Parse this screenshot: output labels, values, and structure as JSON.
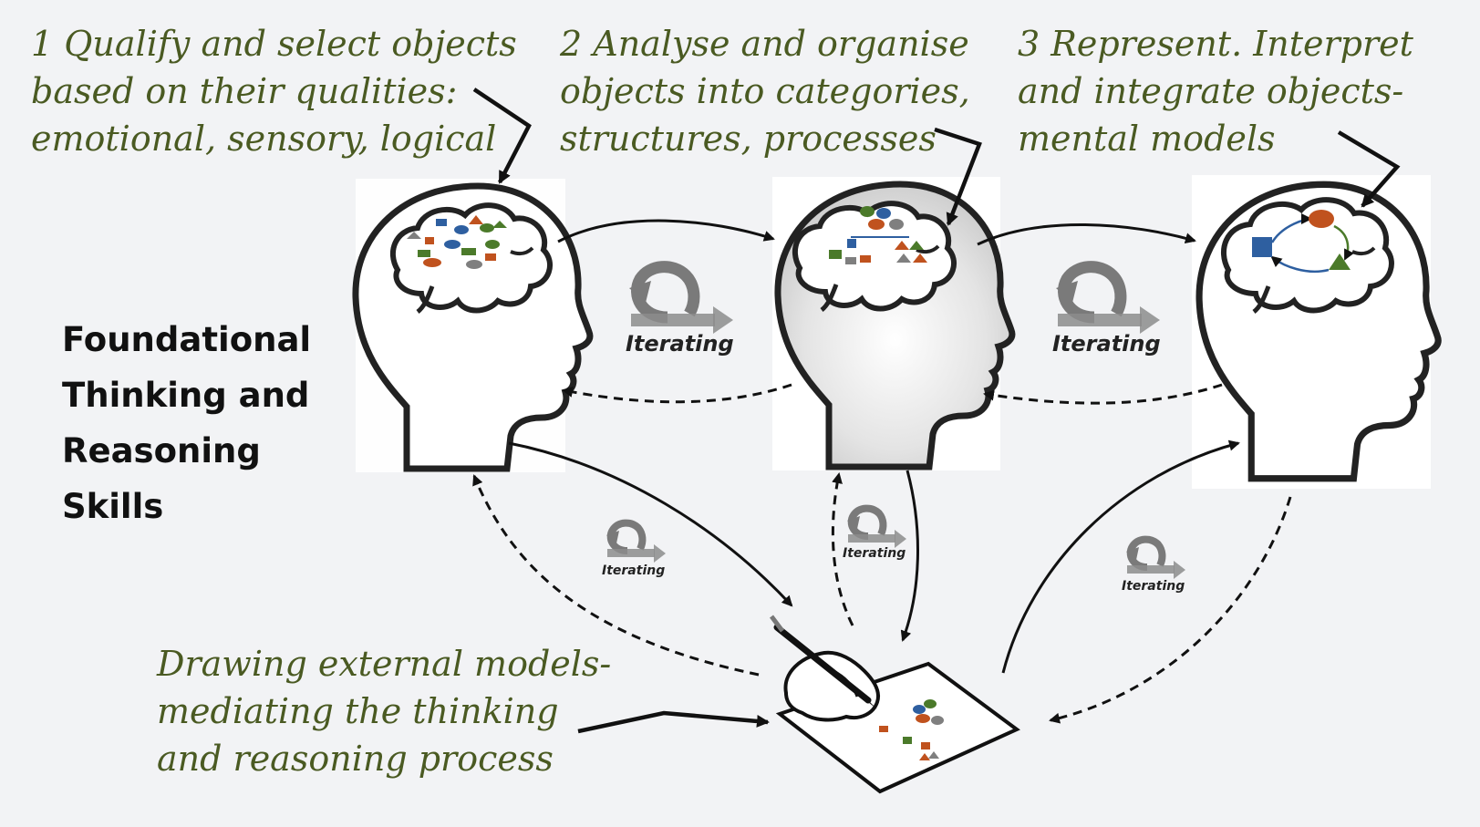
{
  "captions": {
    "step1": "1 Qualify and select objects\nbased on their qualities:\nemotional, sensory, logical",
    "step2": "2 Analyse and organise\nobjects into categories,\nstructures, processes",
    "step3": "3 Represent. Interpret\nand integrate objects-\nmental models",
    "drawing": "Drawing external models-\nmediating the thinking\nand reasoning process"
  },
  "title": "Foundational\nThinking and\nReasoning Skills",
  "iterating_label": "Iterating",
  "icons": [
    "head-icon",
    "brain-icon",
    "iterate-cycle-icon",
    "hand-drawing-icon",
    "paper-sheet-icon"
  ],
  "colors": {
    "caption": "#4a5a22",
    "title": "#111111",
    "background": "#f2f3f5",
    "shape_blue": "#2e5fa0",
    "shape_orange": "#c0521e",
    "shape_green": "#4b7a2a",
    "shape_grey": "#7f7f7f"
  }
}
